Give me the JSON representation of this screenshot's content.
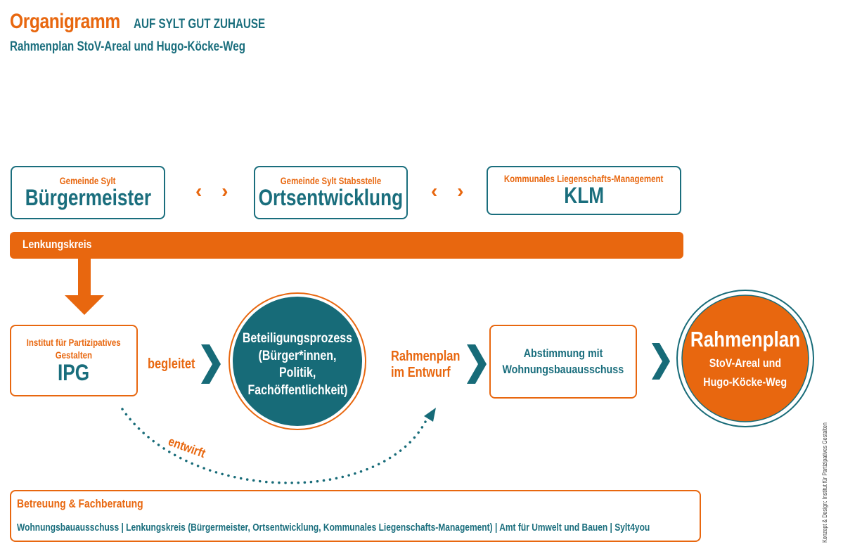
{
  "header": {
    "title": "Organigramm",
    "tagline": "AUF SYLT GUT ZUHAUSE",
    "subtitle": "Rahmenplan StoV-Areal und Hugo-Köcke-Weg"
  },
  "top_boxes": [
    {
      "sub": "Gemeinde Sylt",
      "main": "Bürgermeister"
    },
    {
      "sub": "Gemeinde Sylt Stabsstelle",
      "main": "Ortsentwicklung"
    },
    {
      "sub": "Kommunales Liegenschafts-Management",
      "main": "KLM"
    }
  ],
  "connector_symbol": "‹ ›",
  "steering_bar": {
    "label": "Lenkungskreis"
  },
  "ipg_box": {
    "sub_line1": "Institut für Partizipatives",
    "sub_line2": "Gestalten",
    "main": "IPG"
  },
  "edges": {
    "begleitet": "begleitet",
    "entwurf_line1": "Rahmenplan",
    "entwurf_line2": "im Entwurf",
    "entwirft": "entwirft"
  },
  "process_circle": {
    "line1": "Beteiligungsprozess",
    "line2": "(Bürger*innen,",
    "line3": "Politik,",
    "line4": "Fachöffentlichkeit)"
  },
  "vote_box": {
    "line1": "Abstimmung mit",
    "line2": "Wohnungsbauausschuss"
  },
  "result_circle": {
    "title": "Rahmenplan",
    "line1": "StoV-Areal und",
    "line2": "Hugo-Köcke-Weg"
  },
  "footer": {
    "title": "Betreuung & Fachberatung",
    "text": "Wohnungsbauausschuss | Lenkungskreis (Bürgermeister, Ortsentwicklung, Kommunales Liegenschafts-Management) | Amt für Umwelt und Bauen | Sylt4you"
  },
  "credit": "Konzept & Design: Institut für Partizipatives Gestalten",
  "colors": {
    "orange": "#e8670f",
    "teal": "#1a6e7d",
    "circle_teal": "#176b78"
  }
}
